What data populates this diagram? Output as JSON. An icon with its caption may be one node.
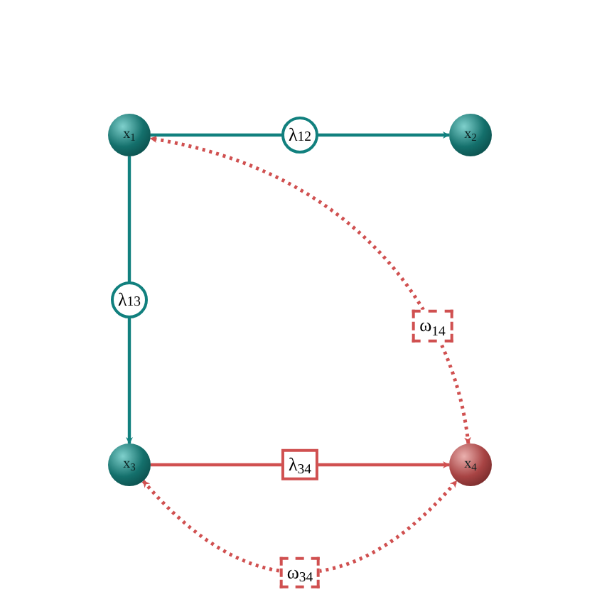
{
  "diagram": {
    "nodes": [
      {
        "text": [
          "x$_{1}$"
        ]
      },
      {
        "text": [
          "x$_{2}$"
        ]
      },
      {
        "text": [
          "x$_{3}$"
        ]
      },
      {
        "text": [
          "x$_{4}$"
        ]
      }
    ],
    "edges": [
      {
        "from": 0,
        "to": 1,
        "arrow": "to",
        "label": "λ$_{12}$",
        "color": "#11807e"
      },
      {
        "from": 0,
        "to": 2,
        "arrow": "to",
        "label": "λ$_{13}$",
        "color": "#11807e"
      },
      {
        "from": 2,
        "to": 3,
        "arrow": "to",
        "label": "λ$_{34}$"
      },
      {
        "from": 3,
        "to": 0,
        "arrow": "both",
        "label": "ω$_{14}$",
        "style": "dashed"
      },
      {
        "from": 2,
        "to": 3,
        "arrow": "both",
        "label": "ω$_{34}$",
        "style": "dashed"
      }
    ]
  }
}
